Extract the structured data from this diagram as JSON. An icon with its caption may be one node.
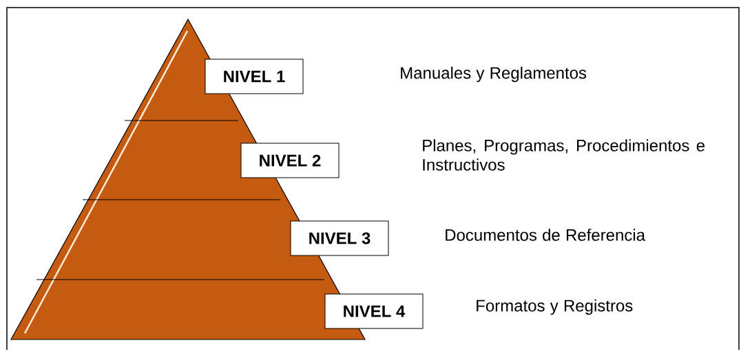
{
  "diagram": {
    "nodes": [
      {
        "text": [
          "NIVEL 1"
        ]
      },
      {
        "text": [
          "NIVEL 2"
        ]
      },
      {
        "text": [
          "NIVEL 3"
        ]
      },
      {
        "text": [
          "NIVEL 4"
        ]
      }
    ],
    "labels": [
      "Manuales y Reglamentos",
      "Planes, Programas, Procedimientos e Instructivos",
      "Documentos de Referencia",
      "Formatos y Registros"
    ]
  }
}
